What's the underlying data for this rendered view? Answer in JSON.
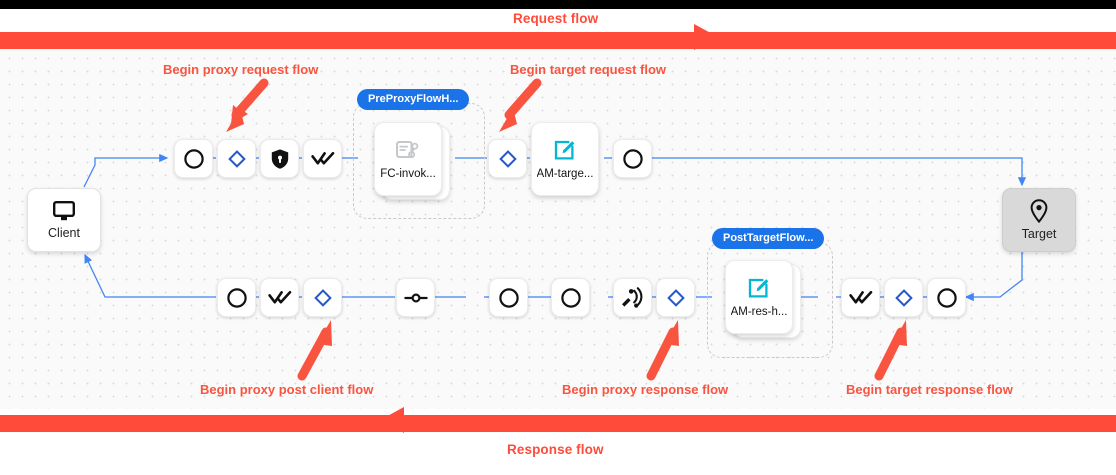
{
  "diagram": {
    "title_top": "Request flow",
    "title_bottom": "Response flow",
    "accent_red": "#ff4b3a",
    "callout_red": "#f9543f",
    "edge_blue": "#4285f4",
    "badge_blue": "#1a73e8",
    "policy_cyan": "#00b8d4",
    "canvas_bg": "#fafafa"
  },
  "callouts": [
    {
      "id": "begin-proxy-request-flow",
      "text": "Begin proxy request flow"
    },
    {
      "id": "begin-target-request-flow",
      "text": "Begin target request flow"
    },
    {
      "id": "begin-proxy-post-client-flow",
      "text": "Begin proxy post client flow"
    },
    {
      "id": "begin-proxy-response-flow",
      "text": "Begin proxy response flow"
    },
    {
      "id": "begin-target-response-flow",
      "text": "Begin target response flow"
    }
  ],
  "endpoints": [
    {
      "id": "client",
      "label": "Client",
      "icon": "monitor-icon"
    },
    {
      "id": "target",
      "label": "Target",
      "icon": "location-pin-icon"
    }
  ],
  "hook_groups": [
    {
      "id": "pre-proxy-flow-hook",
      "badge": "PreProxyFlowH..."
    },
    {
      "id": "post-target-flow-hook",
      "badge": "PostTargetFlow..."
    }
  ],
  "policy_cards": [
    {
      "id": "fc-invoke",
      "label": "FC-invok...",
      "icon": "flow-callout-icon"
    },
    {
      "id": "am-target",
      "label": "AM-targe...",
      "icon": "assign-message-icon"
    },
    {
      "id": "am-response-header",
      "label": "AM-res-h...",
      "icon": "assign-message-icon"
    }
  ],
  "request_row": {
    "nodes": [
      {
        "id": "req-start",
        "icon": "circle-icon"
      },
      {
        "id": "req-proxy-flow",
        "icon": "blue-diamond-icon"
      },
      {
        "id": "req-security",
        "icon": "shield-lock-icon"
      },
      {
        "id": "req-checks",
        "icon": "double-check-icon"
      },
      {
        "id": "req-target-flow",
        "icon": "blue-diamond-icon"
      },
      {
        "id": "req-target-end",
        "icon": "circle-icon"
      }
    ]
  },
  "response_row": {
    "nodes": [
      {
        "id": "res-client-end",
        "icon": "circle-icon"
      },
      {
        "id": "res-client-checks",
        "icon": "double-check-icon"
      },
      {
        "id": "res-post-client-flow",
        "icon": "blue-diamond-icon"
      },
      {
        "id": "res-node-link",
        "icon": "link-node-icon"
      },
      {
        "id": "res-circle-a",
        "icon": "circle-icon"
      },
      {
        "id": "res-circle-b",
        "icon": "circle-icon"
      },
      {
        "id": "res-signal",
        "icon": "satellite-signal-icon"
      },
      {
        "id": "res-proxy-flow",
        "icon": "blue-diamond-icon"
      },
      {
        "id": "res-target-checks",
        "icon": "double-check-icon"
      },
      {
        "id": "res-target-flow",
        "icon": "blue-diamond-icon"
      },
      {
        "id": "res-target-start",
        "icon": "circle-icon"
      }
    ]
  }
}
